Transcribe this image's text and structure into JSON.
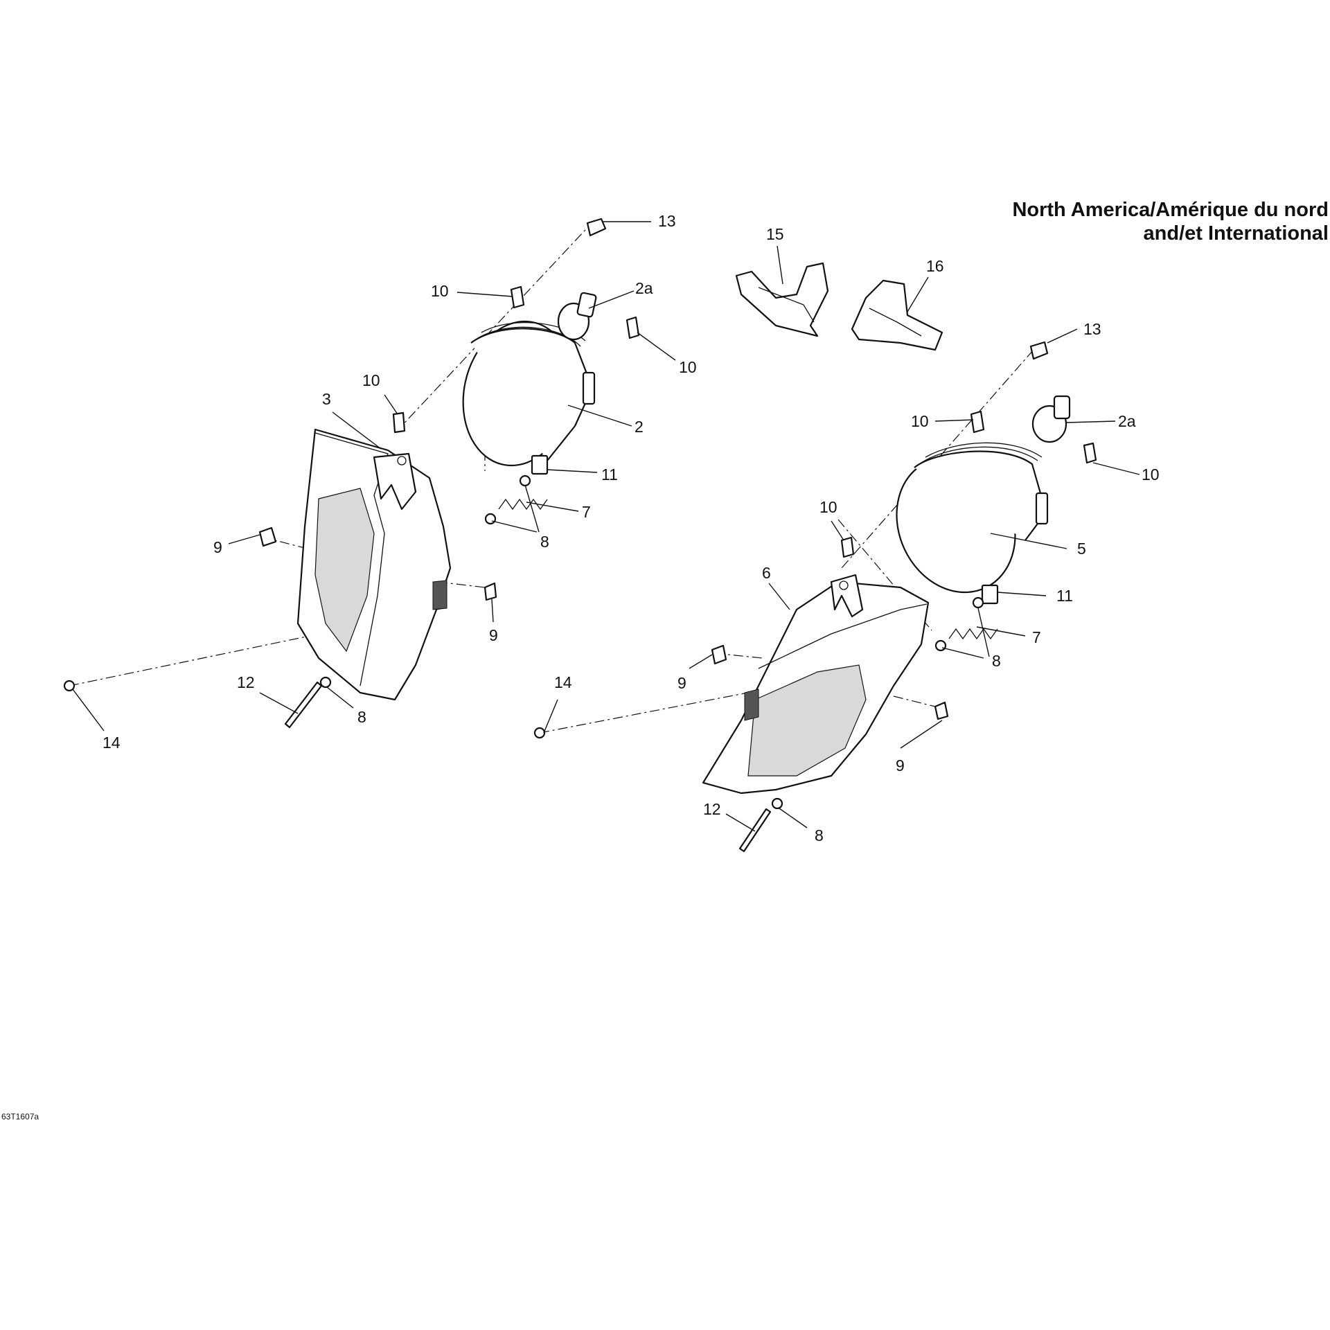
{
  "header": {
    "region_line1": "North America/Amérique du nord",
    "region_line2": "and/et International"
  },
  "footer": {
    "ref_code": "63T1607a"
  },
  "callouts": {
    "left_13": "13",
    "left_10_top": "10",
    "left_2a": "2a",
    "left_10_right": "10",
    "left_10_bracket": "10",
    "left_3": "3",
    "left_2": "2",
    "left_11": "11",
    "left_7": "7",
    "left_8_spring": "8",
    "left_9_left": "9",
    "left_9_right": "9",
    "left_12": "12",
    "left_8_bottom": "8",
    "left_14": "14",
    "right_15": "15",
    "right_16": "16",
    "right_13": "13",
    "right_10_top": "10",
    "right_2a": "2a",
    "right_10_right": "10",
    "right_10_bracket": "10",
    "right_5": "5",
    "right_6": "6",
    "right_11": "11",
    "right_7": "7",
    "right_8_spring": "8",
    "right_9_left": "9",
    "right_9_right": "9",
    "right_14": "14",
    "right_12": "12",
    "right_8_bottom": "8"
  }
}
